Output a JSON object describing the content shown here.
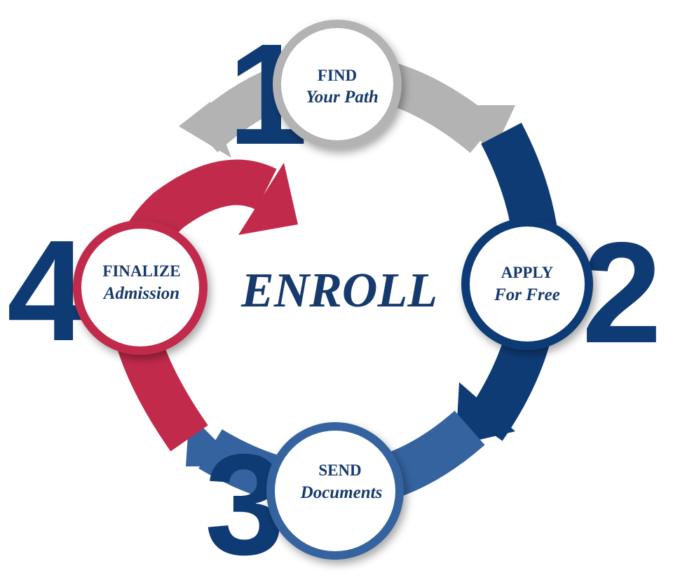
{
  "center_label": "ENROLL",
  "steps": [
    {
      "number": "1",
      "title": "FIND",
      "subtitle": "Your Path",
      "color": "#b3b3b3"
    },
    {
      "number": "2",
      "title": "APPLY",
      "subtitle": "For Free",
      "color": "#0f3b75"
    },
    {
      "number": "3",
      "title": "SEND",
      "subtitle": "Documents",
      "color": "#3563a0"
    },
    {
      "number": "4",
      "title": "FINALIZE",
      "subtitle": "Admission",
      "color": "#c12a4b"
    }
  ],
  "text_color": "#173a6d"
}
